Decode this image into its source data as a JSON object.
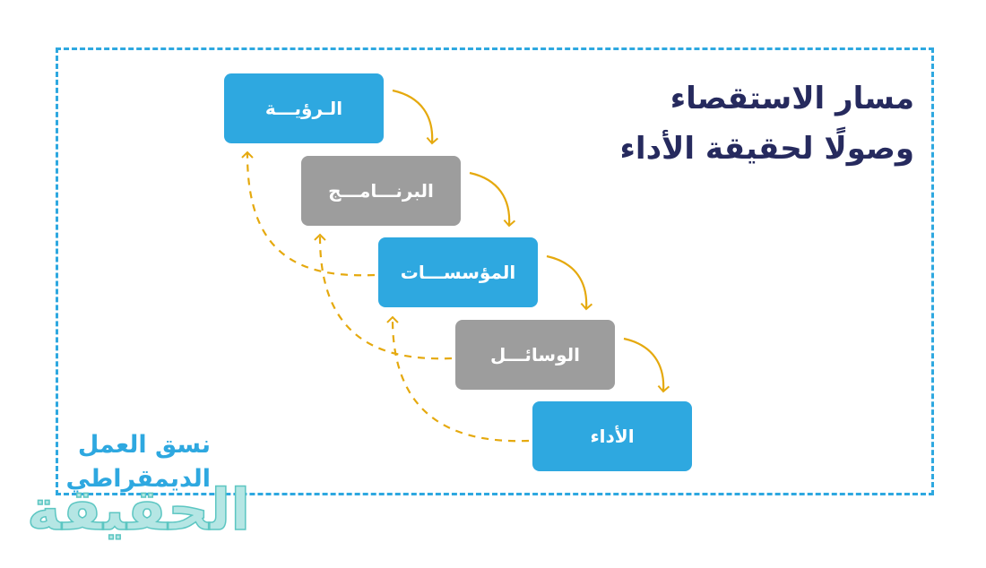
{
  "title": {
    "line1": "مسار الاستقصاء",
    "line2": "وصولًا لحقيقة الأداء"
  },
  "steps": [
    {
      "label": "الـرؤيـــة",
      "color": "#2ea8e0"
    },
    {
      "label": "البرنـــامـــج",
      "color": "#9d9d9d"
    },
    {
      "label": "المؤسســـات",
      "color": "#2ea8e0"
    },
    {
      "label": "الوسائـــل",
      "color": "#9d9d9d"
    },
    {
      "label": "الأداء",
      "color": "#2ea8e0"
    }
  ],
  "subtitle": {
    "line1": "نسق العمل",
    "line2": "الديمقراطي"
  },
  "logo": "الحقيقة",
  "colors": {
    "frame": "#2ea8e0",
    "arrow": "#e5a90e",
    "title": "#262a5e"
  }
}
